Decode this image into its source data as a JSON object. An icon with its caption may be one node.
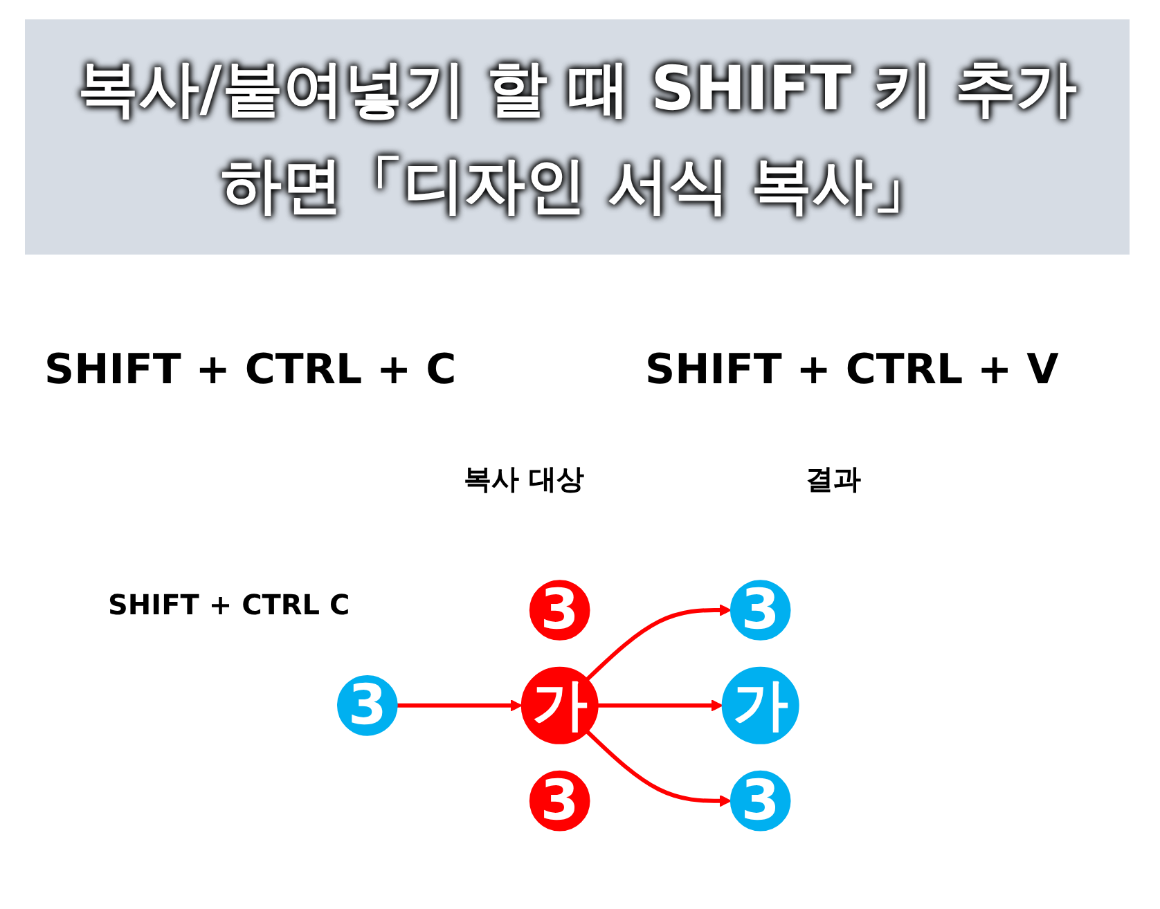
{
  "diagram": {
    "title": "복사/붙여넣기 할 때 SHIFT 키 추가 하면「디자인 서식 복사」",
    "nodes": [
      {
        "text": [
          "3"
        ]
      },
      {
        "text": [
          "3"
        ]
      },
      {
        "text": [
          "가"
        ]
      },
      {
        "text": [
          "3"
        ]
      },
      {
        "text": [
          "3"
        ]
      },
      {
        "text": [
          "가"
        ]
      },
      {
        "text": [
          "3"
        ]
      }
    ],
    "edges": [
      {
        "from": 0,
        "to": 2,
        "arrow": "to"
      },
      {
        "from": 2,
        "to": 4,
        "arrow": "to"
      },
      {
        "from": 2,
        "to": 5,
        "arrow": "to"
      },
      {
        "from": 2,
        "to": 6,
        "arrow": "to"
      }
    ],
    "labels": [
      "SHIFT + CTRL + C",
      "SHIFT + CTRL + V",
      "복사 대상",
      "결과",
      "SHIFT + CTRL C"
    ]
  }
}
